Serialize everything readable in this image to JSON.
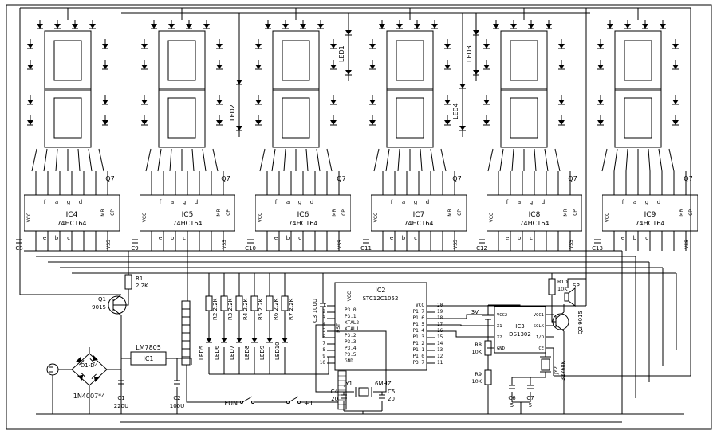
{
  "schematic": {
    "colon_leds": {
      "led1": "LED1",
      "led2": "LED2",
      "led3": "LED3",
      "led4": "LED4"
    },
    "registers": {
      "q7": "Q7",
      "vcc": "VCC",
      "mr": "MR",
      "cp": "CP",
      "vss": "VSS",
      "top_pins": [
        "f",
        "a",
        "g",
        "d"
      ],
      "bottom_pins": [
        "e",
        "b",
        "c"
      ],
      "items": [
        {
          "ref": "IC4",
          "part": "74HC164",
          "cap": "C8"
        },
        {
          "ref": "IC5",
          "part": "74HC164",
          "cap": "C9"
        },
        {
          "ref": "IC6",
          "part": "74HC164",
          "cap": "C10"
        },
        {
          "ref": "IC7",
          "part": "74HC164",
          "cap": "C11"
        },
        {
          "ref": "IC8",
          "part": "74HC164",
          "cap": "C12"
        },
        {
          "ref": "IC9",
          "part": "74HC164",
          "cap": "C13"
        }
      ]
    },
    "power": {
      "q1_ref": "Q1",
      "q1_part": "9015",
      "r1_ref": "R1",
      "r1_val": "2.2K",
      "bridge_ref": "D1-D4",
      "bridge_part": "1N4007*4",
      "reg_part": "LM7805",
      "reg_ref": "IC1",
      "c1_ref": "C1",
      "c1_val": "220U",
      "c2_ref": "C2",
      "c2_val": "100U"
    },
    "drive": {
      "r_labels": [
        "R2 2.2K",
        "R3 2.2K",
        "R4 2.2K",
        "R5 2.2K",
        "R6 2.2K",
        "R7 2.2K"
      ],
      "led_labels": [
        "LED5",
        "LED6",
        "LED7",
        "LED8",
        "LED9",
        "LED10"
      ],
      "c3_label": "C3 100U"
    },
    "mcu": {
      "ref": "IC2",
      "part": "STC12C1052",
      "rst": "RST",
      "vcc": "VCC",
      "left_pin_numbers": "1\n2\n3\n4\n5\n6\n7\n8\n9\n10",
      "left_pin_names": "P3.0\nP3.1\nXTAL2\nXTAL1\nP3.2\nP3.3\nP3.4\nP3.5\nGND",
      "right_pin_names": "VCC\nP1.7\nP1.6\nP1.5\nP1.4\nP1.3\nP1.2\nP1.1\nP1.0\nP3.7",
      "right_pin_numbers": "20\n19\n18\n17\n16\n15\n14\n13\n12\n11",
      "xtal_ref": "JY1",
      "xtal_val": "6MHZ",
      "c4_ref": "C4",
      "c4_val": "20",
      "c5_ref": "C5",
      "c5_val": "20",
      "fun_label": "FUN",
      "plus1_label": "+1"
    },
    "rtc": {
      "ref": "IC3",
      "part": "DS1302",
      "battery": "3V",
      "left_pin_names": "VCC2\nX1\nX2\nGND",
      "right_pin_names": "VCC1\nSCLK\nI/O\nCE",
      "r8_ref": "R8",
      "r8_val": "10K",
      "r9_ref": "R9",
      "r9_val": "10K",
      "xtal_ref": "JY2",
      "xtal_val": "32768K",
      "c6_ref": "C6",
      "c6_val": "5",
      "c7_ref": "C7",
      "c7_val": "5"
    },
    "alarm": {
      "r10_ref": "R10",
      "r10_val": "10K",
      "sp": "SP",
      "q2_label": "Q2 9015"
    }
  }
}
